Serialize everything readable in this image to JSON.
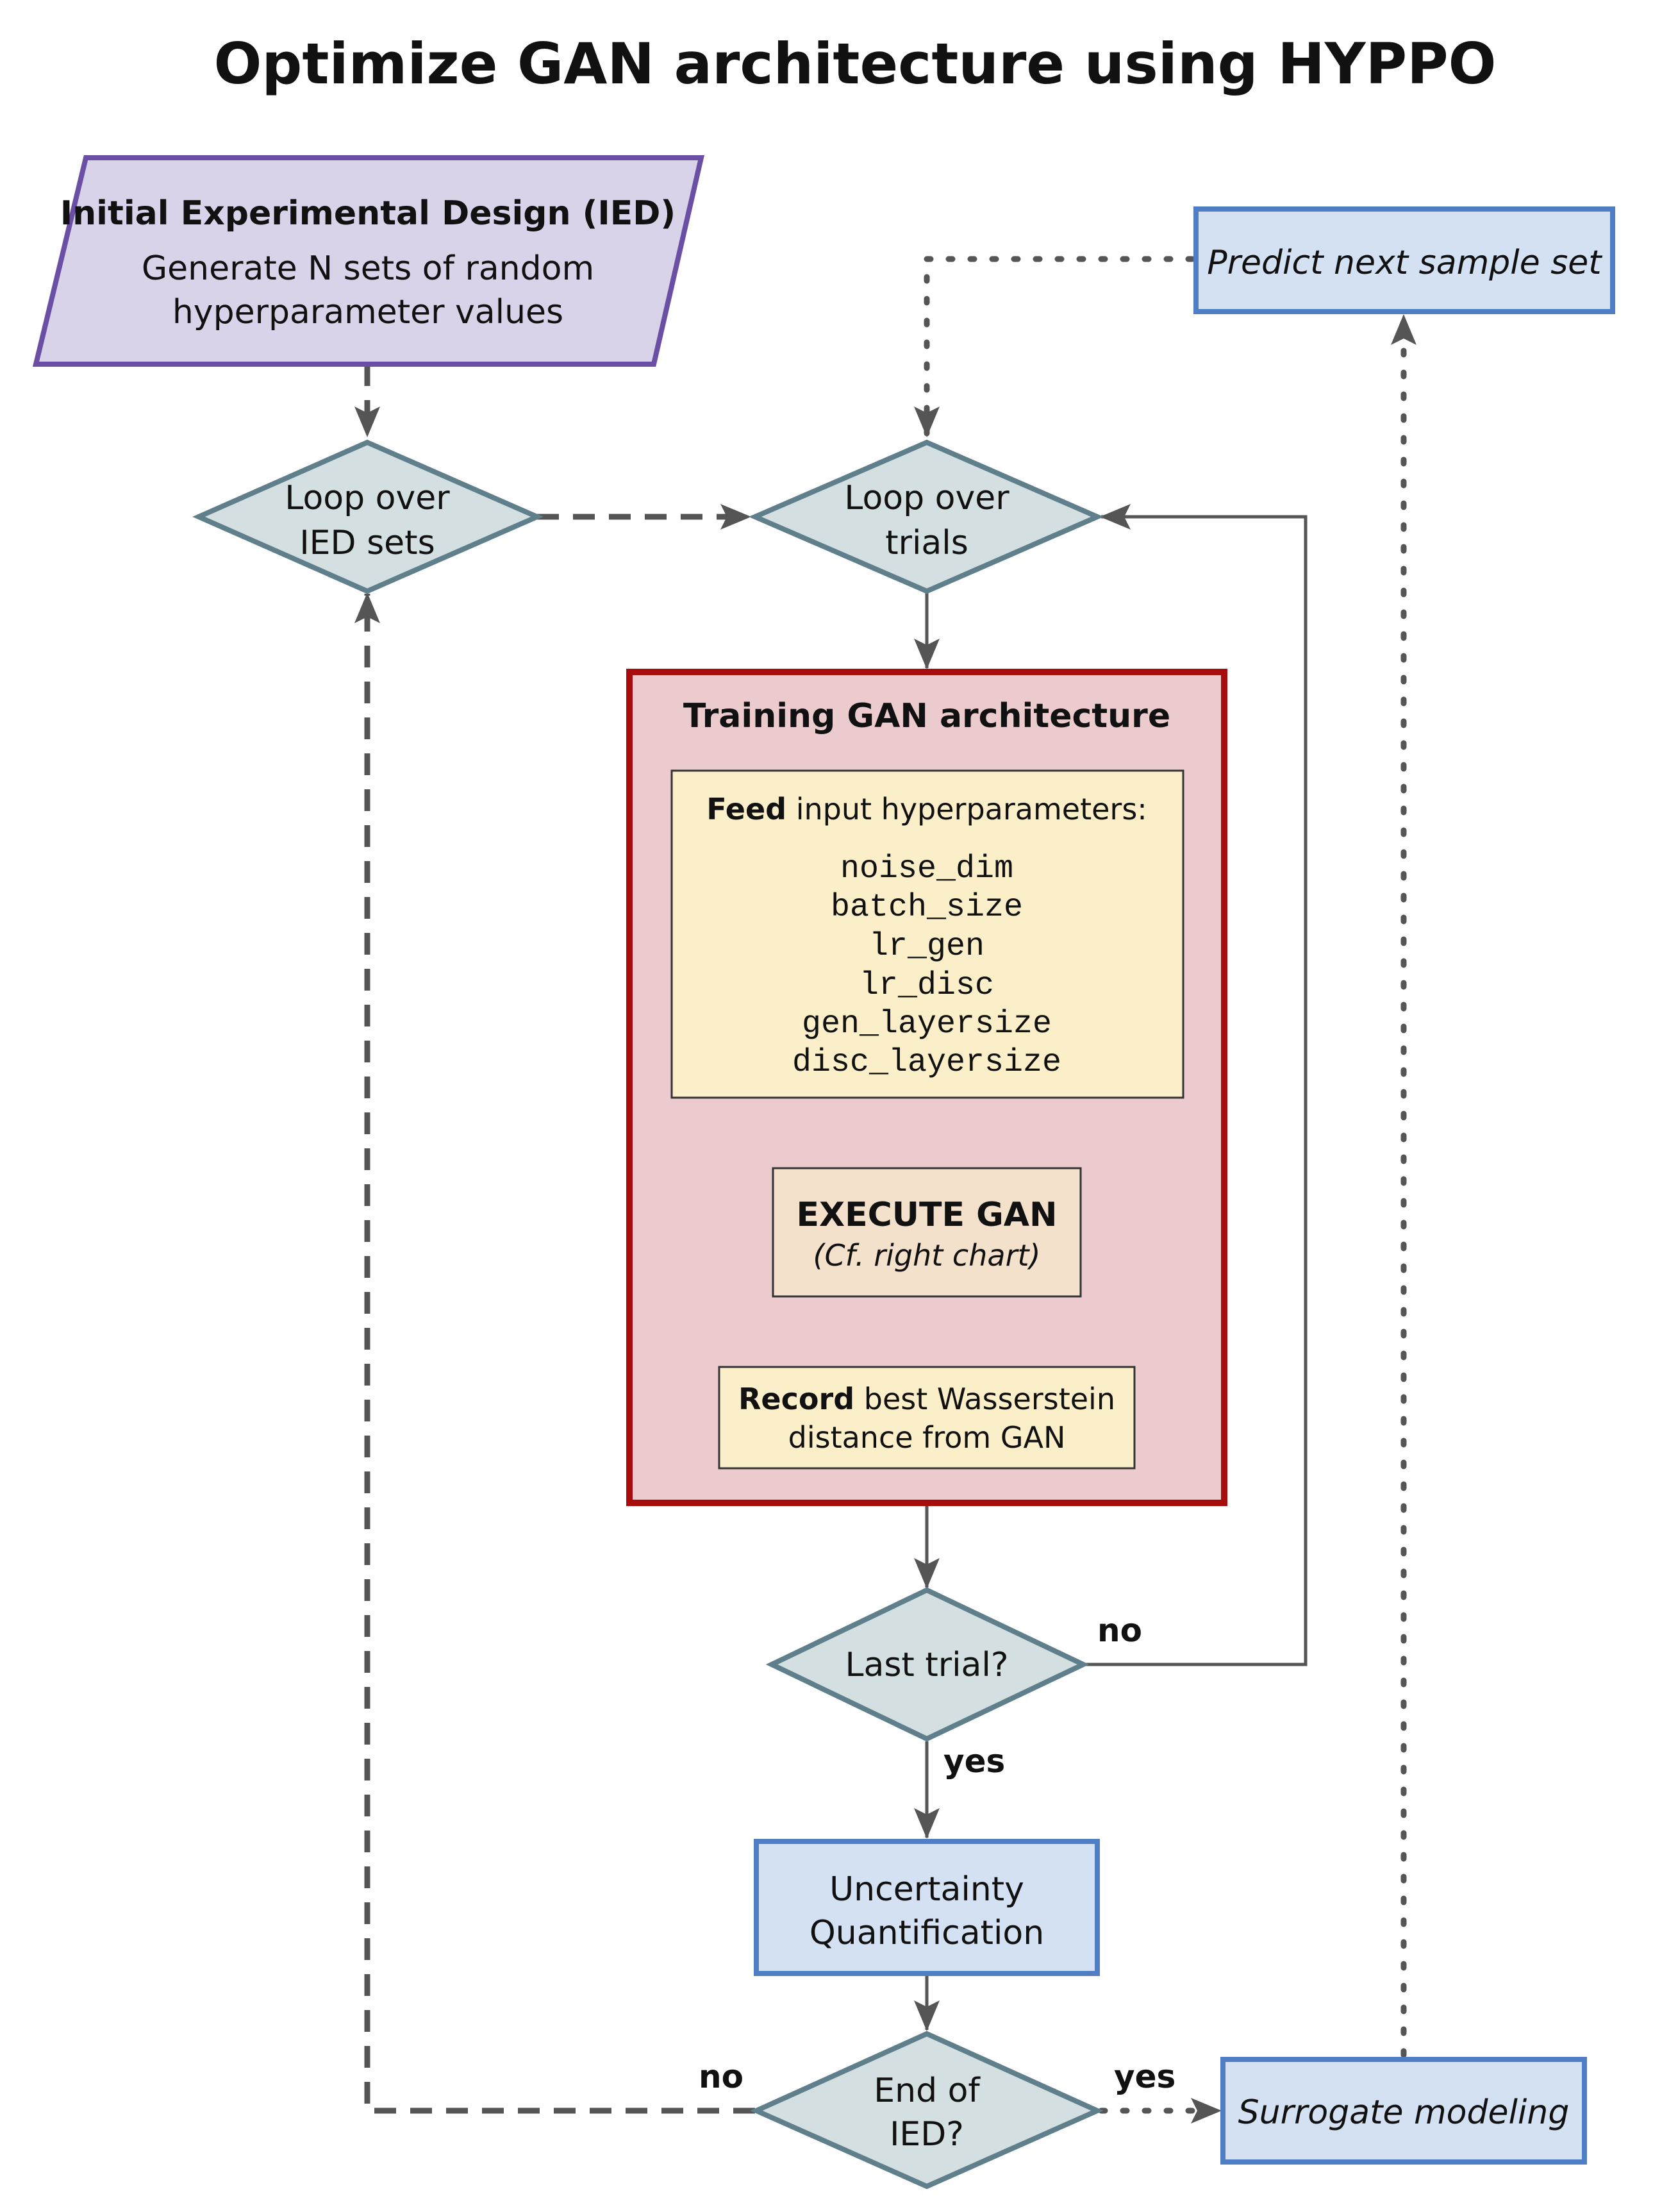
{
  "title": "Optimize GAN architecture using HYPPO",
  "ied": {
    "heading": "Initial Experimental Design (IED)",
    "line1": "Generate N sets of random",
    "line2": "hyperparameter values"
  },
  "predict": {
    "label": "Predict next sample set"
  },
  "loop_ied": {
    "line1": "Loop over",
    "line2": "IED sets"
  },
  "loop_trials": {
    "line1": "Loop over",
    "line2": "trials"
  },
  "training": {
    "title": "Training GAN architecture",
    "feed": {
      "bold": "Feed",
      "rest": " input hyperparameters:",
      "params": [
        "noise_dim",
        "batch_size",
        "lr_gen",
        "lr_disc",
        "gen_layersize",
        "disc_layersize"
      ]
    },
    "execute": {
      "title": "EXECUTE GAN",
      "subtitle": "(Cf. right chart)"
    },
    "record": {
      "bold": "Record",
      "rest": " best Wasserstein",
      "line2": "distance from GAN"
    }
  },
  "last_trial": {
    "label": "Last trial?",
    "no": "no",
    "yes": "yes"
  },
  "uq": {
    "line1": "Uncertainty",
    "line2": "Quantification"
  },
  "end_ied": {
    "line1": "End of",
    "line2": "IED?",
    "no": "no",
    "yes": "yes"
  },
  "surrogate": {
    "label": "Surrogate modeling"
  },
  "colors": {
    "ied_fill": "#d8d3e9",
    "ied_stroke": "#6a4fa4",
    "diamond_fill": "#d3dfe0",
    "diamond_stroke": "#5e7f8b",
    "blue_fill": "#d3e1f3",
    "blue_stroke": "#4f7ec4",
    "training_fill": "#ebcbcd",
    "training_stroke": "#a80d0d",
    "yellow_fill": "#fbefca",
    "execute_fill": "#f4e1cb",
    "arrow": "#555555"
  }
}
